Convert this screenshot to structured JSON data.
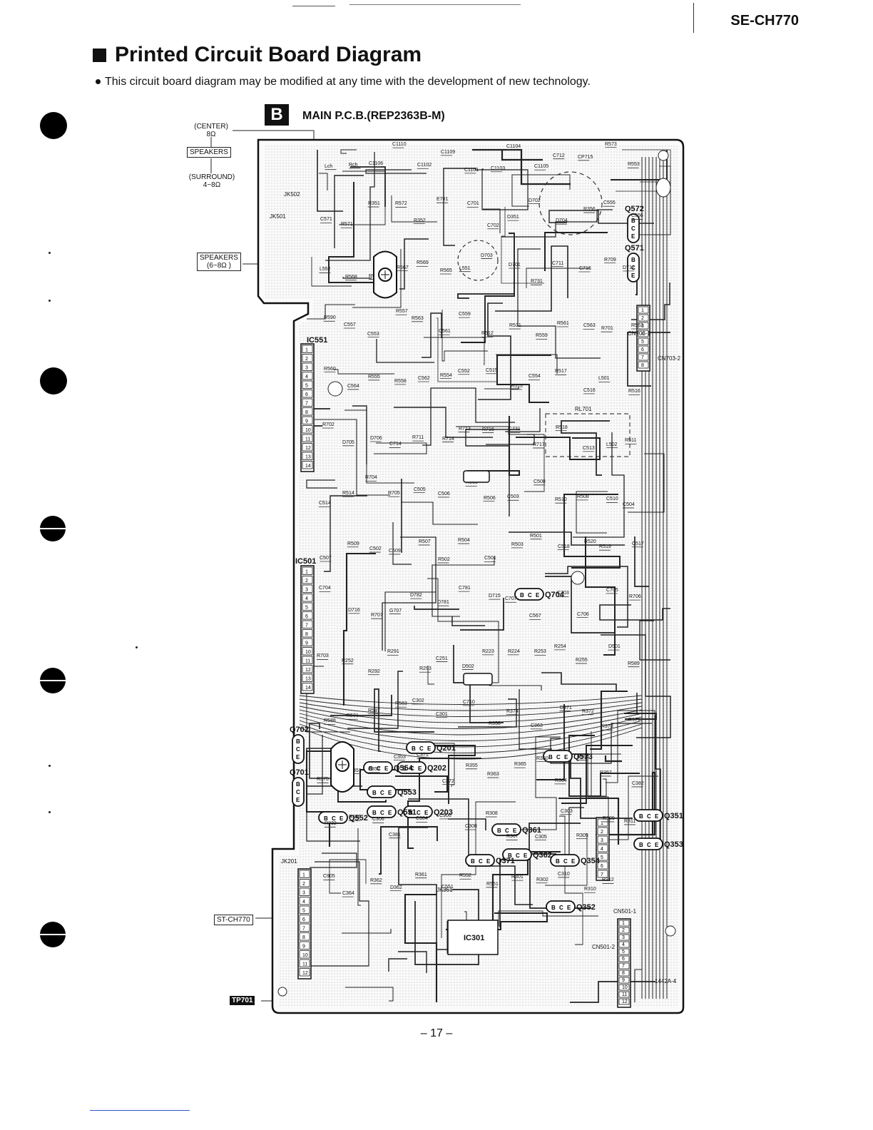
{
  "header": {
    "model": "SE-CH770"
  },
  "title": "Printed Circuit Board Diagram",
  "note": "This circuit board diagram may be modified at any time with the development of new technology.",
  "section": {
    "badge": "B",
    "title": "MAIN P.C.B.(REP2363B-M)"
  },
  "side_labels": {
    "center": "CENTER",
    "center_imp": "8Ω",
    "speakers1": "SPEAKERS",
    "surround": "SURROUND",
    "surround_imp": "4~8Ω",
    "speakers2": "SPEAKERS",
    "speakers2_imp": "(6~8Ω )",
    "st_ch770": "ST-CH770",
    "tp701": "TP701"
  },
  "board_code": "1442A-4",
  "page_number": "– 17 –",
  "components": {
    "ics": [
      "IC551",
      "IC501",
      "IC301"
    ],
    "transistors": [
      "Q572",
      "Q571",
      "Q704",
      "Q702",
      "Q701",
      "Q554",
      "Q201",
      "Q202",
      "Q553",
      "Q551",
      "Q203",
      "Q552",
      "Q573",
      "Q361",
      "Q362",
      "Q371",
      "Q354",
      "Q352",
      "Q351",
      "Q353"
    ],
    "connectors": [
      "JK502",
      "JK501",
      "JK201",
      "JK351",
      "CN703-1",
      "CN703-2",
      "CN501-1",
      "CN501-2"
    ],
    "relay": "RL701",
    "pin_labels": [
      "B",
      "C",
      "E"
    ],
    "pin_labels_alt": "B C E",
    "labels": [
      "Lch",
      "Rch",
      "C1106",
      "C1110",
      "C1102",
      "C1109",
      "C1101",
      "C1103",
      "C1104",
      "C1105",
      "C712",
      "CP715",
      "R573",
      "R553",
      "C571",
      "R571",
      "R351",
      "R572",
      "R352",
      "E701",
      "C701",
      "C702",
      "D351",
      "D702",
      "D704",
      "R356",
      "C555",
      "C556",
      "L552",
      "R568",
      "R570",
      "R567",
      "R569",
      "R565",
      "L551",
      "D703",
      "D701",
      "R731",
      "C711",
      "C716",
      "R709",
      "D712",
      "R590",
      "C557",
      "C553",
      "R557",
      "R563",
      "C561",
      "C559",
      "R512",
      "R531",
      "R559",
      "R561",
      "C563",
      "R701",
      "R562",
      "R560",
      "C564",
      "R555",
      "R558",
      "C562",
      "R554",
      "C552",
      "C515",
      "R515",
      "C554",
      "R517",
      "C516",
      "L501",
      "R516",
      "R702",
      "D705",
      "D706",
      "C714",
      "R711",
      "R714",
      "R713",
      "R716",
      "C731",
      "R717",
      "R518",
      "C513",
      "L502",
      "R511",
      "C514",
      "R514",
      "R704",
      "R705",
      "C505",
      "C506",
      "R505",
      "R506",
      "C503",
      "C508",
      "R510",
      "R508",
      "C510",
      "C504",
      "C507",
      "R509",
      "C502",
      "C509",
      "R507",
      "R502",
      "R504",
      "C501",
      "R503",
      "R501",
      "C518",
      "R520",
      "R519",
      "C517",
      "C704",
      "D716",
      "R707",
      "G707",
      "D782",
      "D781",
      "C781",
      "D715",
      "C707",
      "C567",
      "C703",
      "C706",
      "C705",
      "R706",
      "R703",
      "R252",
      "R292",
      "R291",
      "R293",
      "C251",
      "D502",
      "R223",
      "R224",
      "R253",
      "R254",
      "R255",
      "D501",
      "R589",
      "R588",
      "R581",
      "R587",
      "R583",
      "C302",
      "C301",
      "C710",
      "R358",
      "R374",
      "C363",
      "D371",
      "R372",
      "R373",
      "R371",
      "R375",
      "C351",
      "C352",
      "C353",
      "C371",
      "C372",
      "R355",
      "R363",
      "R365",
      "R350",
      "R364",
      "R792",
      "R357",
      "C382",
      "R332",
      "R336",
      "C306",
      "C381",
      "C304",
      "C906",
      "C308",
      "R308",
      "R307",
      "C305",
      "C303",
      "R305",
      "R309",
      "R311",
      "C905",
      "C364",
      "R362",
      "D362",
      "R361",
      "C551",
      "R552",
      "R551",
      "R301",
      "R302",
      "C310",
      "R310",
      "R312"
    ]
  }
}
